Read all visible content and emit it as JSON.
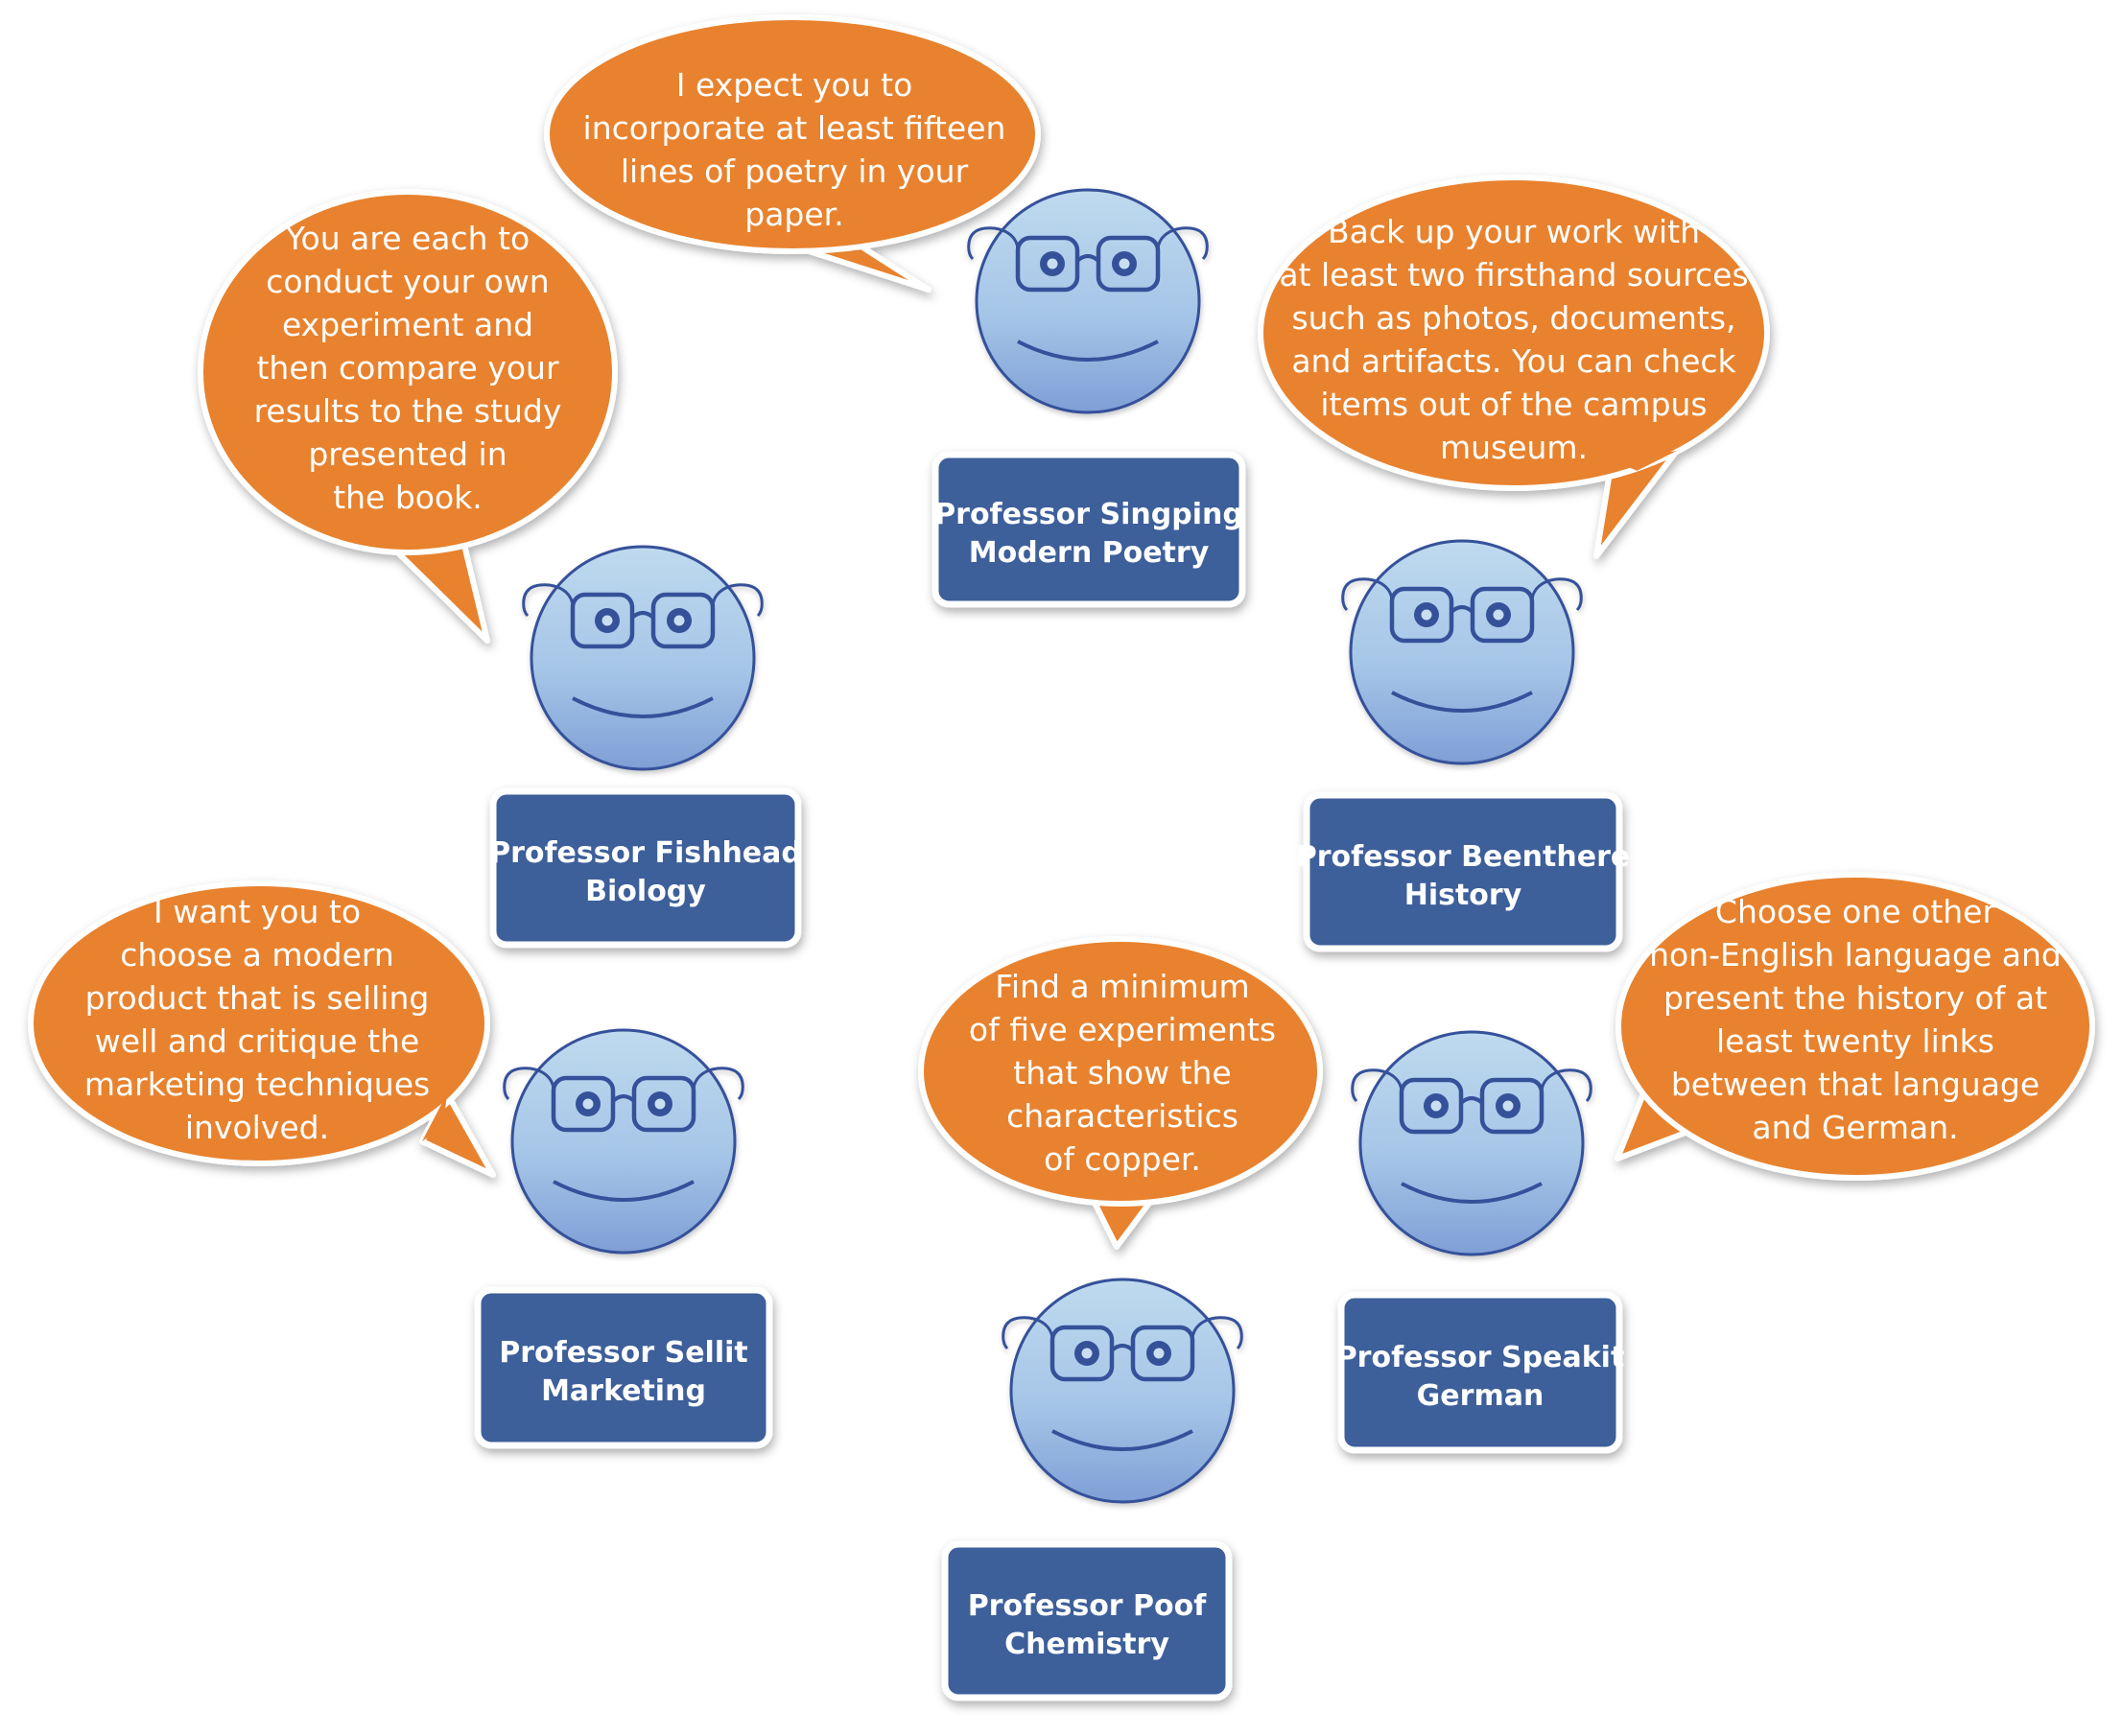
{
  "colors": {
    "bubble_fill": "#E8822E",
    "bubble_stroke": "#ffffff",
    "bubble_text": "#ffffff",
    "face_fill_top": "#BFDAEE",
    "face_fill_bottom": "#7F9FD6",
    "face_stroke": "#35519A",
    "label_fill": "#3E5E9A",
    "label_text": "#ffffff"
  },
  "professors": [
    {
      "id": "singping",
      "name": "Professor Singping",
      "subject": "Modern Poetry",
      "speech": [
        "I expect you to",
        "incorporate at least fifteen",
        "lines of poetry in your",
        "paper."
      ]
    },
    {
      "id": "fishhead",
      "name": "Professor Fishhead",
      "subject": "Biology",
      "speech": [
        "You are each to",
        "conduct your own",
        "experiment and",
        "then compare your",
        "results to the study",
        "presented in",
        "the book."
      ]
    },
    {
      "id": "beenthere",
      "name": "Professor Beenthere",
      "subject": "History",
      "speech": [
        "Back up your work with",
        "at least two firsthand sources",
        "such as photos, documents,",
        "and artifacts. You can check",
        "items out of the campus",
        "museum."
      ]
    },
    {
      "id": "sellit",
      "name": "Professor Sellit",
      "subject": "Marketing",
      "speech": [
        "I want you to",
        "choose a modern",
        "product that is selling",
        "well and critique the",
        "marketing techniques",
        "involved."
      ]
    },
    {
      "id": "poof",
      "name": "Professor Poof",
      "subject": "Chemistry",
      "speech": [
        "Find a minimum",
        "of five experiments",
        "that show the",
        "characteristics",
        "of copper."
      ]
    },
    {
      "id": "speakit",
      "name": "Professor Speakit",
      "subject": "German",
      "speech": [
        "Choose one other",
        "non-English language and",
        "present the history of at",
        "least twenty links",
        "between that language",
        "and German."
      ]
    }
  ]
}
